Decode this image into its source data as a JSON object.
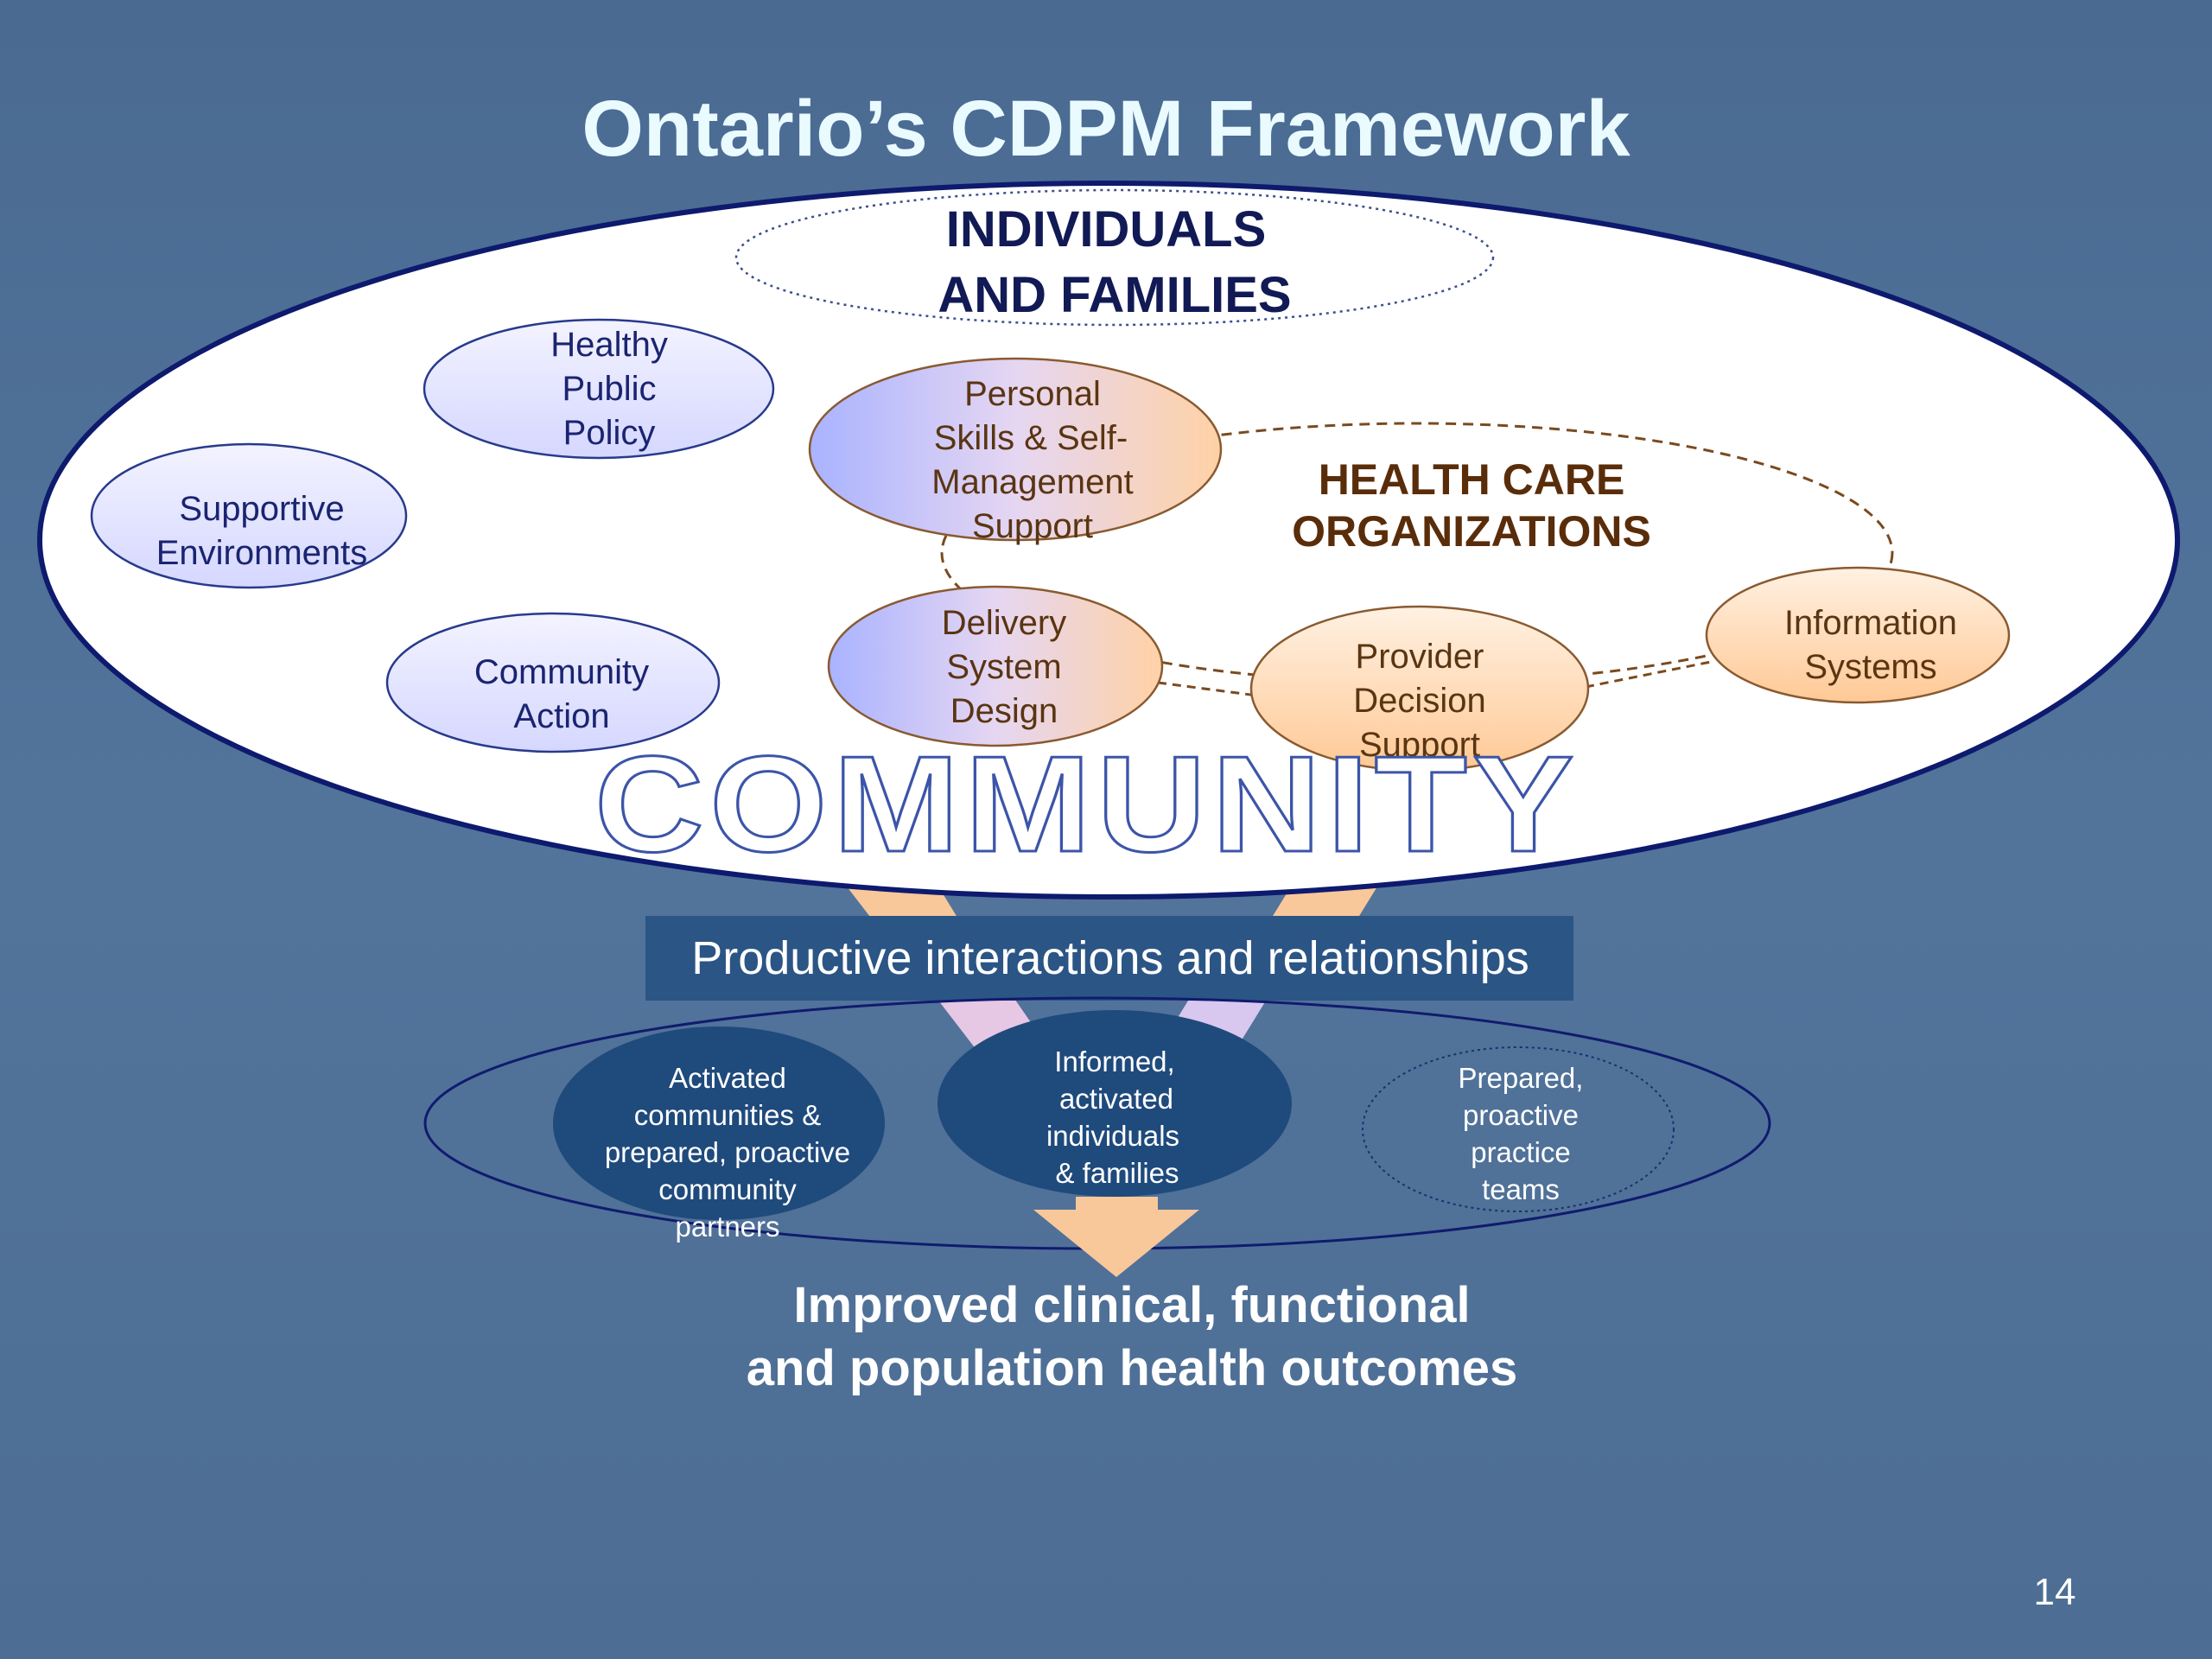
{
  "title": "Ontario’s CDPM Framework",
  "individuals": [
    "INDIVIDUALS",
    "AND FAMILIES"
  ],
  "health_care": [
    "HEALTH CARE",
    "ORGANIZATIONS"
  ],
  "community_word": "COMMUNITY",
  "community_nodes": {
    "healthy_public_policy": [
      "Healthy",
      "Public",
      "Policy"
    ],
    "supportive_environments": [
      "Supportive",
      "Environments"
    ],
    "community_action": [
      "Community",
      "Action"
    ]
  },
  "health_nodes": {
    "self_management": [
      "Personal",
      "Skills & Self-",
      "Management",
      "Support"
    ],
    "delivery_system": [
      "Delivery",
      "System",
      "Design"
    ],
    "provider_decision": [
      "Provider",
      "Decision",
      "Support"
    ],
    "information_systems": [
      "Information",
      "Systems"
    ]
  },
  "interactions": "Productive interactions and relationships",
  "outcome_nodes": {
    "activated_communities": [
      "Activated",
      "communities &",
      "prepared, proactive",
      "community",
      "partners"
    ],
    "informed_individuals": [
      "Informed,",
      "activated",
      "individuals",
      "& families"
    ],
    "prepared_teams": [
      "Prepared,",
      "proactive",
      "practice",
      "teams"
    ]
  },
  "outcomes": [
    "Improved clinical, functional",
    "and population health outcomes"
  ],
  "page_number": "14",
  "colors": {
    "background": "#4f7096",
    "title": "#e9fbff",
    "navy": "#111a55",
    "brown": "#5a2d0a",
    "interaction_box": "#2b5585",
    "outcome_ellipse": "#1f4a7c",
    "arrow": "#f8c79a"
  }
}
